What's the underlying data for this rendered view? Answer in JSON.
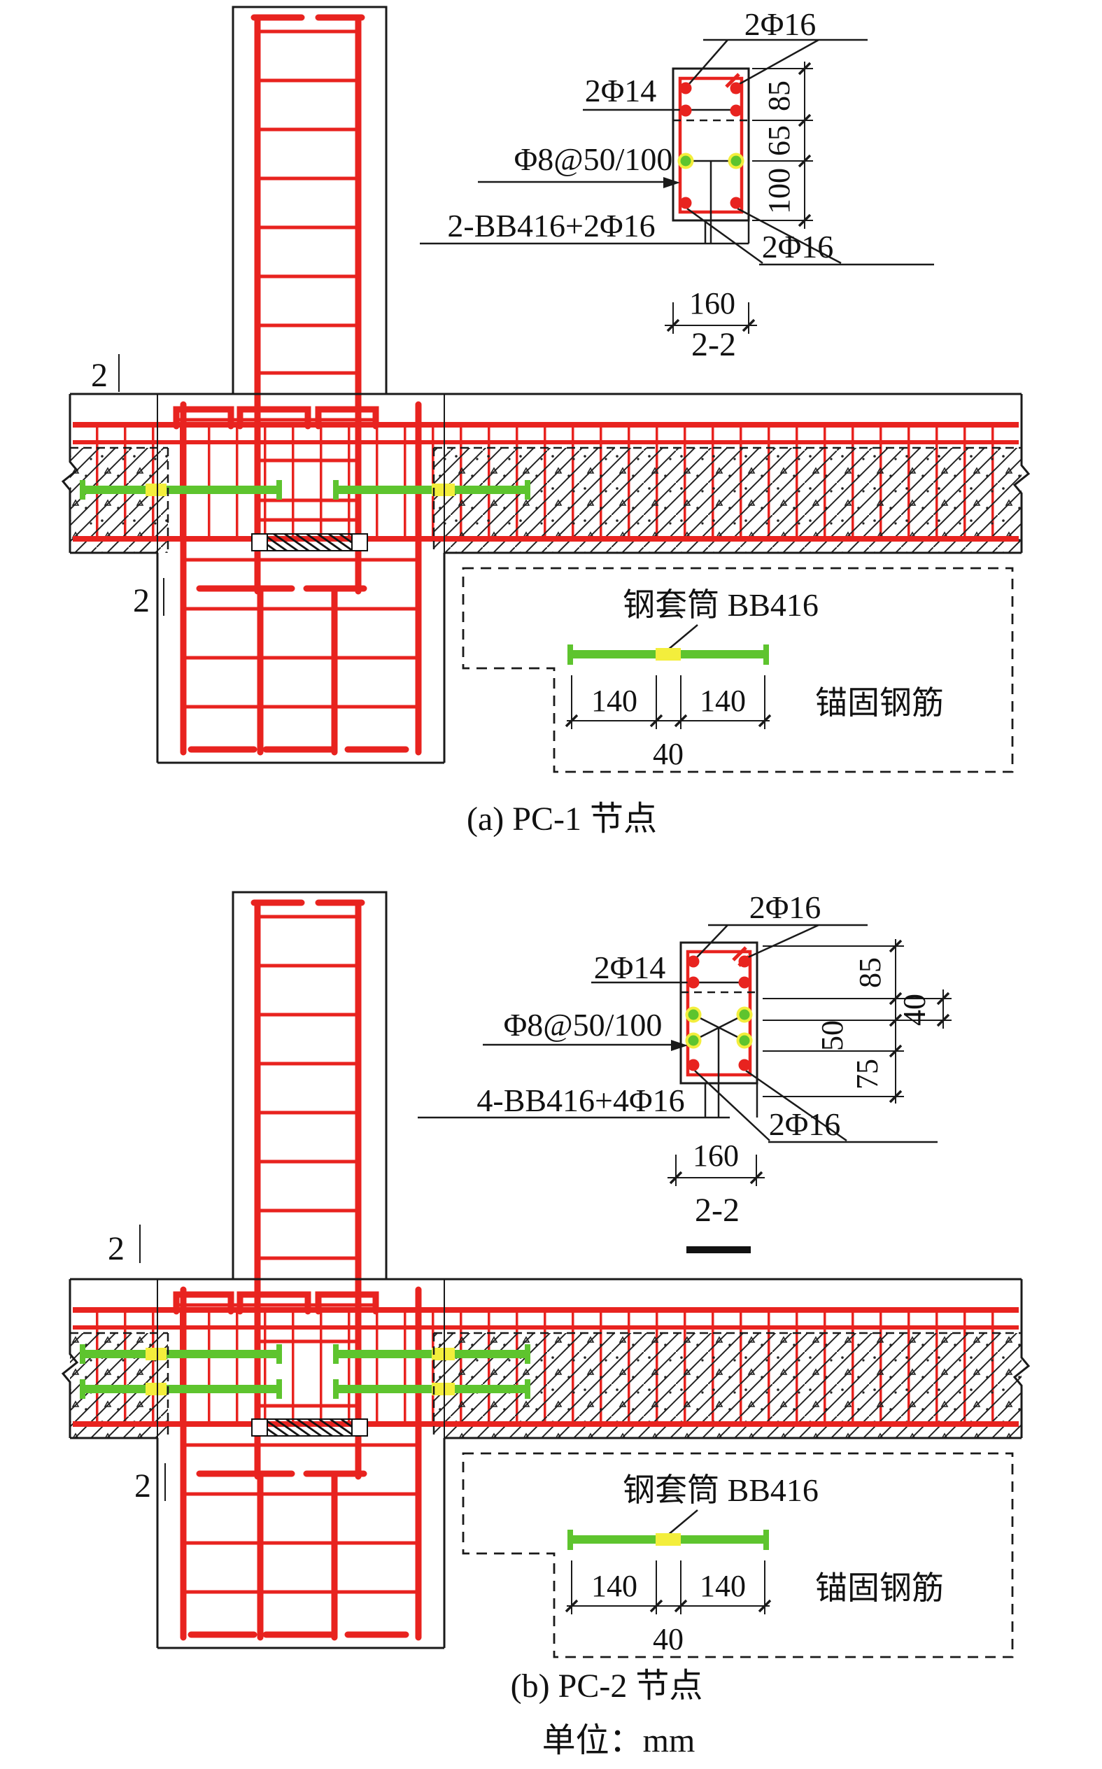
{
  "colors": {
    "rebar_red": "#e8231f",
    "sleeve_green": "#5ec42e",
    "splice_yellow": "#f3ee3c",
    "line_black": "#1a1a1a"
  },
  "footer": {
    "unit_label": "单位：mm"
  },
  "pc1": {
    "caption": "(a) PC-1 节点",
    "cut_mark": "2",
    "section": {
      "top_bars": "2Φ16",
      "side_bars": "2Φ14",
      "stirrups": "Φ8@50/100",
      "sleeve_row": "2-BB416+2Φ16",
      "bottom_bars": "2Φ16",
      "dim_top": "85",
      "dim_mid": "65",
      "dim_bottom": "100",
      "width_dim": "160",
      "name": "2-2"
    },
    "detail": {
      "sleeve_label": "钢套筒 BB416",
      "anchor_label": "锚固钢筋",
      "dim_anchor_left": "140",
      "dim_anchor_right": "140",
      "dim_sleeve": "40"
    }
  },
  "pc2": {
    "caption": "(b) PC-2 节点",
    "cut_mark": "2",
    "section": {
      "top_bars": "2Φ16",
      "side_bars": "2Φ14",
      "stirrups": "Φ8@50/100",
      "sleeve_row": "4-BB416+4Φ16",
      "bottom_bars": "2Φ16",
      "dim_top": "85",
      "dim_gap": "40",
      "dim_mid": "50",
      "dim_bottom": "75",
      "width_dim": "160",
      "name": "2-2"
    },
    "detail": {
      "sleeve_label": "钢套筒 BB416",
      "anchor_label": "锚固钢筋",
      "dim_anchor_left": "140",
      "dim_anchor_right": "140",
      "dim_sleeve": "40"
    }
  }
}
